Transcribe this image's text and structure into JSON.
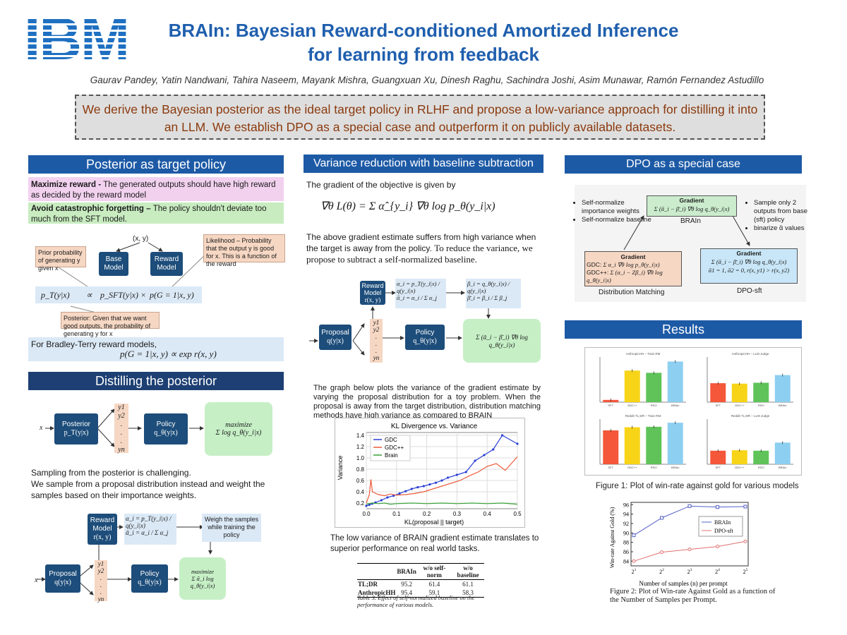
{
  "header": {
    "logo_text": "IBM",
    "title_line1": "BRAIn: Bayesian Reward-conditioned Amortized Inference",
    "title_line2": "for learning from feedback",
    "authors": "Gaurav Pandey, Yatin Nandwani, Tahira Naseem, Mayank Mishra, Guangxuan Xu, Dinesh Raghu, Sachindra Joshi, Asim Munawar, Ramón Fernandez Astudillo",
    "abstract": "We derive the Bayesian posterior as the ideal target policy in RLHF and propose a low-variance approach for distilling it into an LLM. We establish DPO as a special case and outperform it on publicly available datasets."
  },
  "posterior": {
    "heading": "Posterior as target policy",
    "max_reward_bold": "Maximize reward - ",
    "max_reward_text": "The generated outputs should have high reward as decided by the reward model",
    "avoid_bold": "Avoid catastrophic forgetting – ",
    "avoid_text": "The policy shouldn't deviate too much from the SFT model.",
    "xy": "(x, y)",
    "base_model": "Base Model",
    "reward_model": "Reward Model",
    "prior_note": "Prior probability of generating y given x",
    "likelihood_note": "Likelihood – Probability that the output y is good for x. This is a function of the reward",
    "eq_pT": "p_T(y|x)",
    "eq_prop": "∝",
    "eq_psft": "p_SFT(y|x) ×",
    "eq_pG": "p(G = 1|x, y)",
    "posterior_note": "Posterior: Given that we want good outputs, the probability of generating y for x",
    "bt_text": "For Bradley-Terry reward models,",
    "bt_eq": "p(G = 1|x, y) ∝ exp r(x, y)"
  },
  "distill": {
    "heading": "Distilling the posterior",
    "x": "x",
    "posterior_box": "Posterior",
    "posterior_eq": "p_T(y|x)",
    "y_stack": [
      "y1",
      "y2",
      ".",
      ".",
      ".",
      "yn"
    ],
    "policy_box": "Policy",
    "policy_eq": "q_θ(y|x)",
    "maximize": "maximize",
    "max_eq": "Σ log q_θ(y_i|x)",
    "text1": "Sampling from the posterior is challenging.",
    "text2": "We sample from a proposal distribution instead and weight the samples based on their importance weights.",
    "reward_box": "Reward Model",
    "reward_eq": "r(x, y)",
    "alpha_eq1": "α_i = p_T(y_i|x) / q(y_i|x)",
    "alpha_eq2": "ᾱ_i = α_i / Σ α_j",
    "weigh_note": "Weigh the samples while training the policy",
    "proposal_box": "Proposal",
    "proposal_eq": "q(y|x)",
    "max_eq2": "Σ ᾱ_i log q_θ(y_i|x)"
  },
  "variance": {
    "heading": "Variance reduction with baseline subtraction",
    "grad_intro": "The gradient of the objective is given by",
    "grad_eq": "∇θ L(θ) = Σ α̂_{y_i} ∇θ log p_θ(y_i|x)",
    "para1": "The above gradient estimate suffers from high variance when the target is away from the policy.",
    "para1b": "To reduce the variance, we propose to subtract a self-normalized baseline.",
    "beta_eq1": "β_i = q_θ(y_i|x) / q(y_i|x)",
    "beta_eq2": "β̄_i = β_i / Σ β_j",
    "final_eq": "Σ (ᾱ_i − β̄_i) ∇θ log q_θ(y_i|x)",
    "graph_text": "The graph below plots the variance of the gradient estimate by varying the proposal distribution for a toy problem. When the proposal is away from the target distribution, distribution matching methods have high variance as compared to BRAIN",
    "after_text": "The low variance of BRAIN gradient estimate translates to superior performance on real world tasks.",
    "table_headers": [
      "",
      "BRAIn",
      "w/o self-norm",
      "w/o baseline"
    ],
    "table_rows": [
      [
        "TL;DR",
        "95.2",
        "61.4",
        "61.1"
      ],
      [
        "AnthropicHH",
        "95.4",
        "59.1",
        "58.3"
      ]
    ],
    "table_caption": "Table 3. Effect of self-normalized baseline on the performance of various models."
  },
  "dpo": {
    "heading": "DPO as a special case",
    "left_bullets": [
      "Self-normalize importance weights",
      "Self-normalize baseline"
    ],
    "right_bullets": [
      "Sample only 2 outputs from base (sft) policy",
      "binarize ᾱ values"
    ],
    "gradient": "Gradient",
    "brain_eq": "Σ (ᾱ_i − β̄_i) ∇θ log q_θ(y_i|x)",
    "brain_label": "BRAIn",
    "gdc_label": "GDC:",
    "gdc_eq": "Σ α_i ∇θ log p_θ(y_i|x)",
    "gdcpp_label": "GDC++:",
    "gdcpp_eq": "Σ (α_i − Zβ_i) ∇θ log q_θ(y_i|x)",
    "dm_label": "Distribution Matching",
    "dpo_eq": "Σ (ᾱ_i − β̄_i) ∇θ log q_θ(y_i|x)",
    "dpo_cond": "ᾱ1 = 1, ᾱ2 = 0, r(x, y1) > r(x, y2)",
    "dpo_label": "DPO-sft"
  },
  "results": {
    "heading": "Results",
    "fig1_caption": "Figure 1: Plot of win-rate against gold for various models",
    "fig2_caption": "Figure 2: Plot of Win-rate Against Gold as a function of the Number of Samples per Prompt.",
    "panels": [
      {
        "title": "AnthropicHH – Train RM"
      },
      {
        "title": "AnthropicHH – LLM Judge"
      },
      {
        "title": "Reddit TL;DR – Train RM"
      },
      {
        "title": "Reddit TL;DR – LLM Judge"
      }
    ]
  },
  "colors": {
    "brand_blue": "#1d5aa6",
    "title_blue": "#1f5fae",
    "abstract_text": "#8b3a0e",
    "bar_colors": [
      "#f4573a",
      "#f7d418",
      "#5fc35a",
      "#8dcff0"
    ]
  },
  "chart_data": [
    {
      "type": "line",
      "title": "KL Divergence vs. Variance",
      "xlabel": "KL(proposal || target)",
      "ylabel": "Variance",
      "xlim": [
        0,
        0.5
      ],
      "ylim": [
        0.1,
        1.45
      ],
      "xticks": [
        "0.0",
        "0.1",
        "0.2",
        "0.3",
        "0.4",
        "0.5"
      ],
      "yticks": [
        "0.2",
        "0.4",
        "0.6",
        "0.8",
        "1.0",
        "1.2",
        "1.4"
      ],
      "legend": "top-left",
      "grid": true,
      "series": [
        {
          "name": "GDC",
          "color": "#2b3fd6",
          "x": [
            0.0,
            0.01,
            0.02,
            0.03,
            0.05,
            0.07,
            0.09,
            0.11,
            0.13,
            0.15,
            0.17,
            0.19,
            0.21,
            0.23,
            0.25,
            0.27,
            0.3,
            0.33,
            0.36,
            0.39,
            0.42,
            0.45,
            0.5
          ],
          "y": [
            0.15,
            0.17,
            0.19,
            0.21,
            0.25,
            0.3,
            0.33,
            0.37,
            0.41,
            0.45,
            0.48,
            0.5,
            0.53,
            0.56,
            0.6,
            0.65,
            0.7,
            0.75,
            0.95,
            1.05,
            1.15,
            1.4,
            1.25
          ]
        },
        {
          "name": "GDC++",
          "color": "#ec5a3a",
          "x": [
            0.0,
            0.01,
            0.015,
            0.02,
            0.04,
            0.06,
            0.08,
            0.1,
            0.13,
            0.16,
            0.19,
            0.22,
            0.25,
            0.28,
            0.31,
            0.34,
            0.37,
            0.4,
            0.43,
            0.46,
            0.5
          ],
          "y": [
            0.2,
            0.35,
            0.62,
            0.4,
            0.35,
            0.33,
            0.36,
            0.34,
            0.35,
            0.37,
            0.4,
            0.45,
            0.5,
            0.55,
            0.6,
            0.68,
            0.75,
            0.85,
            0.9,
            0.78,
            1.02
          ]
        },
        {
          "name": "Brain",
          "color": "#3aa23a",
          "x": [
            0.0,
            0.02,
            0.04,
            0.06,
            0.08,
            0.1,
            0.15,
            0.2,
            0.25,
            0.3,
            0.35,
            0.4,
            0.45,
            0.5
          ],
          "y": [
            0.18,
            0.2,
            0.19,
            0.2,
            0.18,
            0.19,
            0.2,
            0.19,
            0.2,
            0.19,
            0.2,
            0.19,
            0.2,
            0.18
          ]
        }
      ]
    },
    {
      "type": "bar",
      "categories": [
        "SFT",
        "GDC++",
        "RSO",
        "BRAIn"
      ],
      "panels": [
        {
          "values": [
            5,
            70,
            65,
            90
          ],
          "ylim": [
            0,
            100
          ]
        },
        {
          "values": [
            42,
            41,
            43,
            60
          ],
          "ylim": [
            0,
            100
          ]
        },
        {
          "values": [
            75,
            82,
            83,
            92
          ],
          "ylim": [
            0,
            100
          ]
        },
        {
          "values": [
            30,
            31,
            30,
            48
          ],
          "ylim": [
            0,
            100
          ]
        }
      ]
    },
    {
      "type": "line",
      "xlabel": "Number of samples (n) per prompt",
      "ylabel": "Win-rate Against Gold (%)",
      "x": [
        "2^1",
        "2^2",
        "2^3",
        "2^4",
        "2^5"
      ],
      "xticks": [
        "2",
        "2",
        "2",
        "2",
        "2"
      ],
      "xtick_exps": [
        "1",
        "2",
        "3",
        "4",
        "5"
      ],
      "yticks": [
        "84",
        "86",
        "88",
        "90",
        "92",
        "94",
        "96"
      ],
      "ylim": [
        83,
        96.5
      ],
      "legend": "center-right",
      "series": [
        {
          "name": "BRAIn",
          "color": "#5560c8",
          "values": [
            89.5,
            93.2,
            95.7,
            95.5,
            95.6
          ]
        },
        {
          "name": "DPO-sft",
          "color": "#e07070",
          "values": [
            84.0,
            85.9,
            86.5,
            87.1,
            88.2
          ]
        }
      ]
    }
  ]
}
